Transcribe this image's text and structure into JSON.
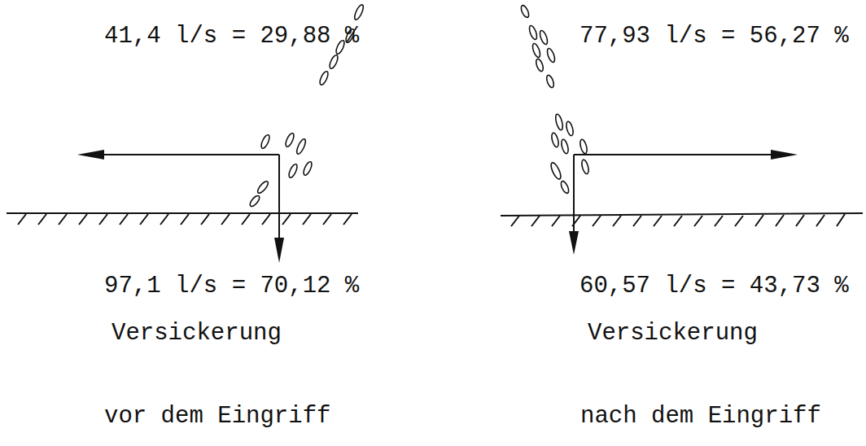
{
  "diagram": {
    "labels": [
      "41,4 l/s = 29,88 %",
      "97,1 l/s = 70,12 %",
      "Versickerung",
      "vor dem Eingriff",
      "77,93 l/s = 56,27 %",
      "60,57 l/s = 43,73 %",
      "Versickerung",
      "nach dem Eingriff"
    ]
  }
}
